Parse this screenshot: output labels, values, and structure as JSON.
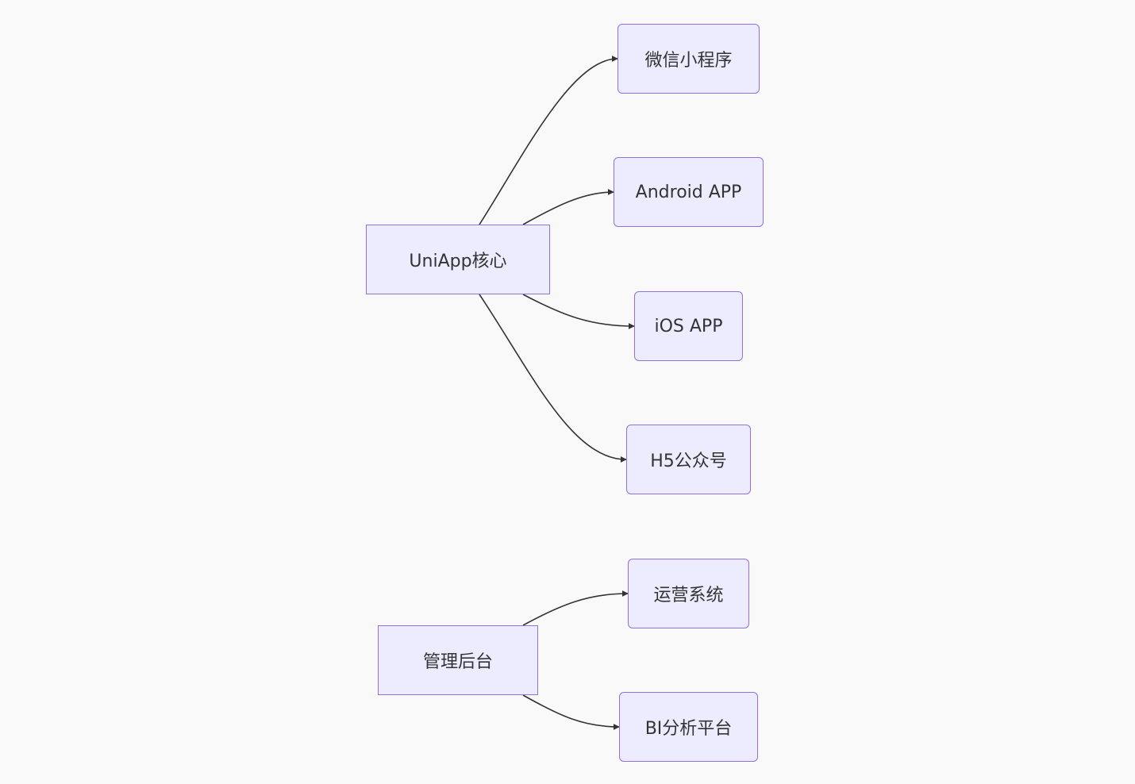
{
  "diagram": {
    "colors": {
      "background": "#f9f9f9",
      "node_fill": "#ececfe",
      "node_border": "#9370db",
      "edge": "#333333",
      "text": "#333333"
    },
    "nodes": {
      "uniapp_core": "UniApp核心",
      "wechat_mini": "微信小程序",
      "android_app": "Android APP",
      "ios_app": "iOS APP",
      "h5_public": "H5公众号",
      "admin_backend": "管理后台",
      "ops_system": "运营系统",
      "bi_platform": "BI分析平台"
    },
    "edges": [
      {
        "from": "uniapp_core",
        "to": "wechat_mini"
      },
      {
        "from": "uniapp_core",
        "to": "android_app"
      },
      {
        "from": "uniapp_core",
        "to": "ios_app"
      },
      {
        "from": "uniapp_core",
        "to": "h5_public"
      },
      {
        "from": "admin_backend",
        "to": "ops_system"
      },
      {
        "from": "admin_backend",
        "to": "bi_platform"
      }
    ]
  }
}
